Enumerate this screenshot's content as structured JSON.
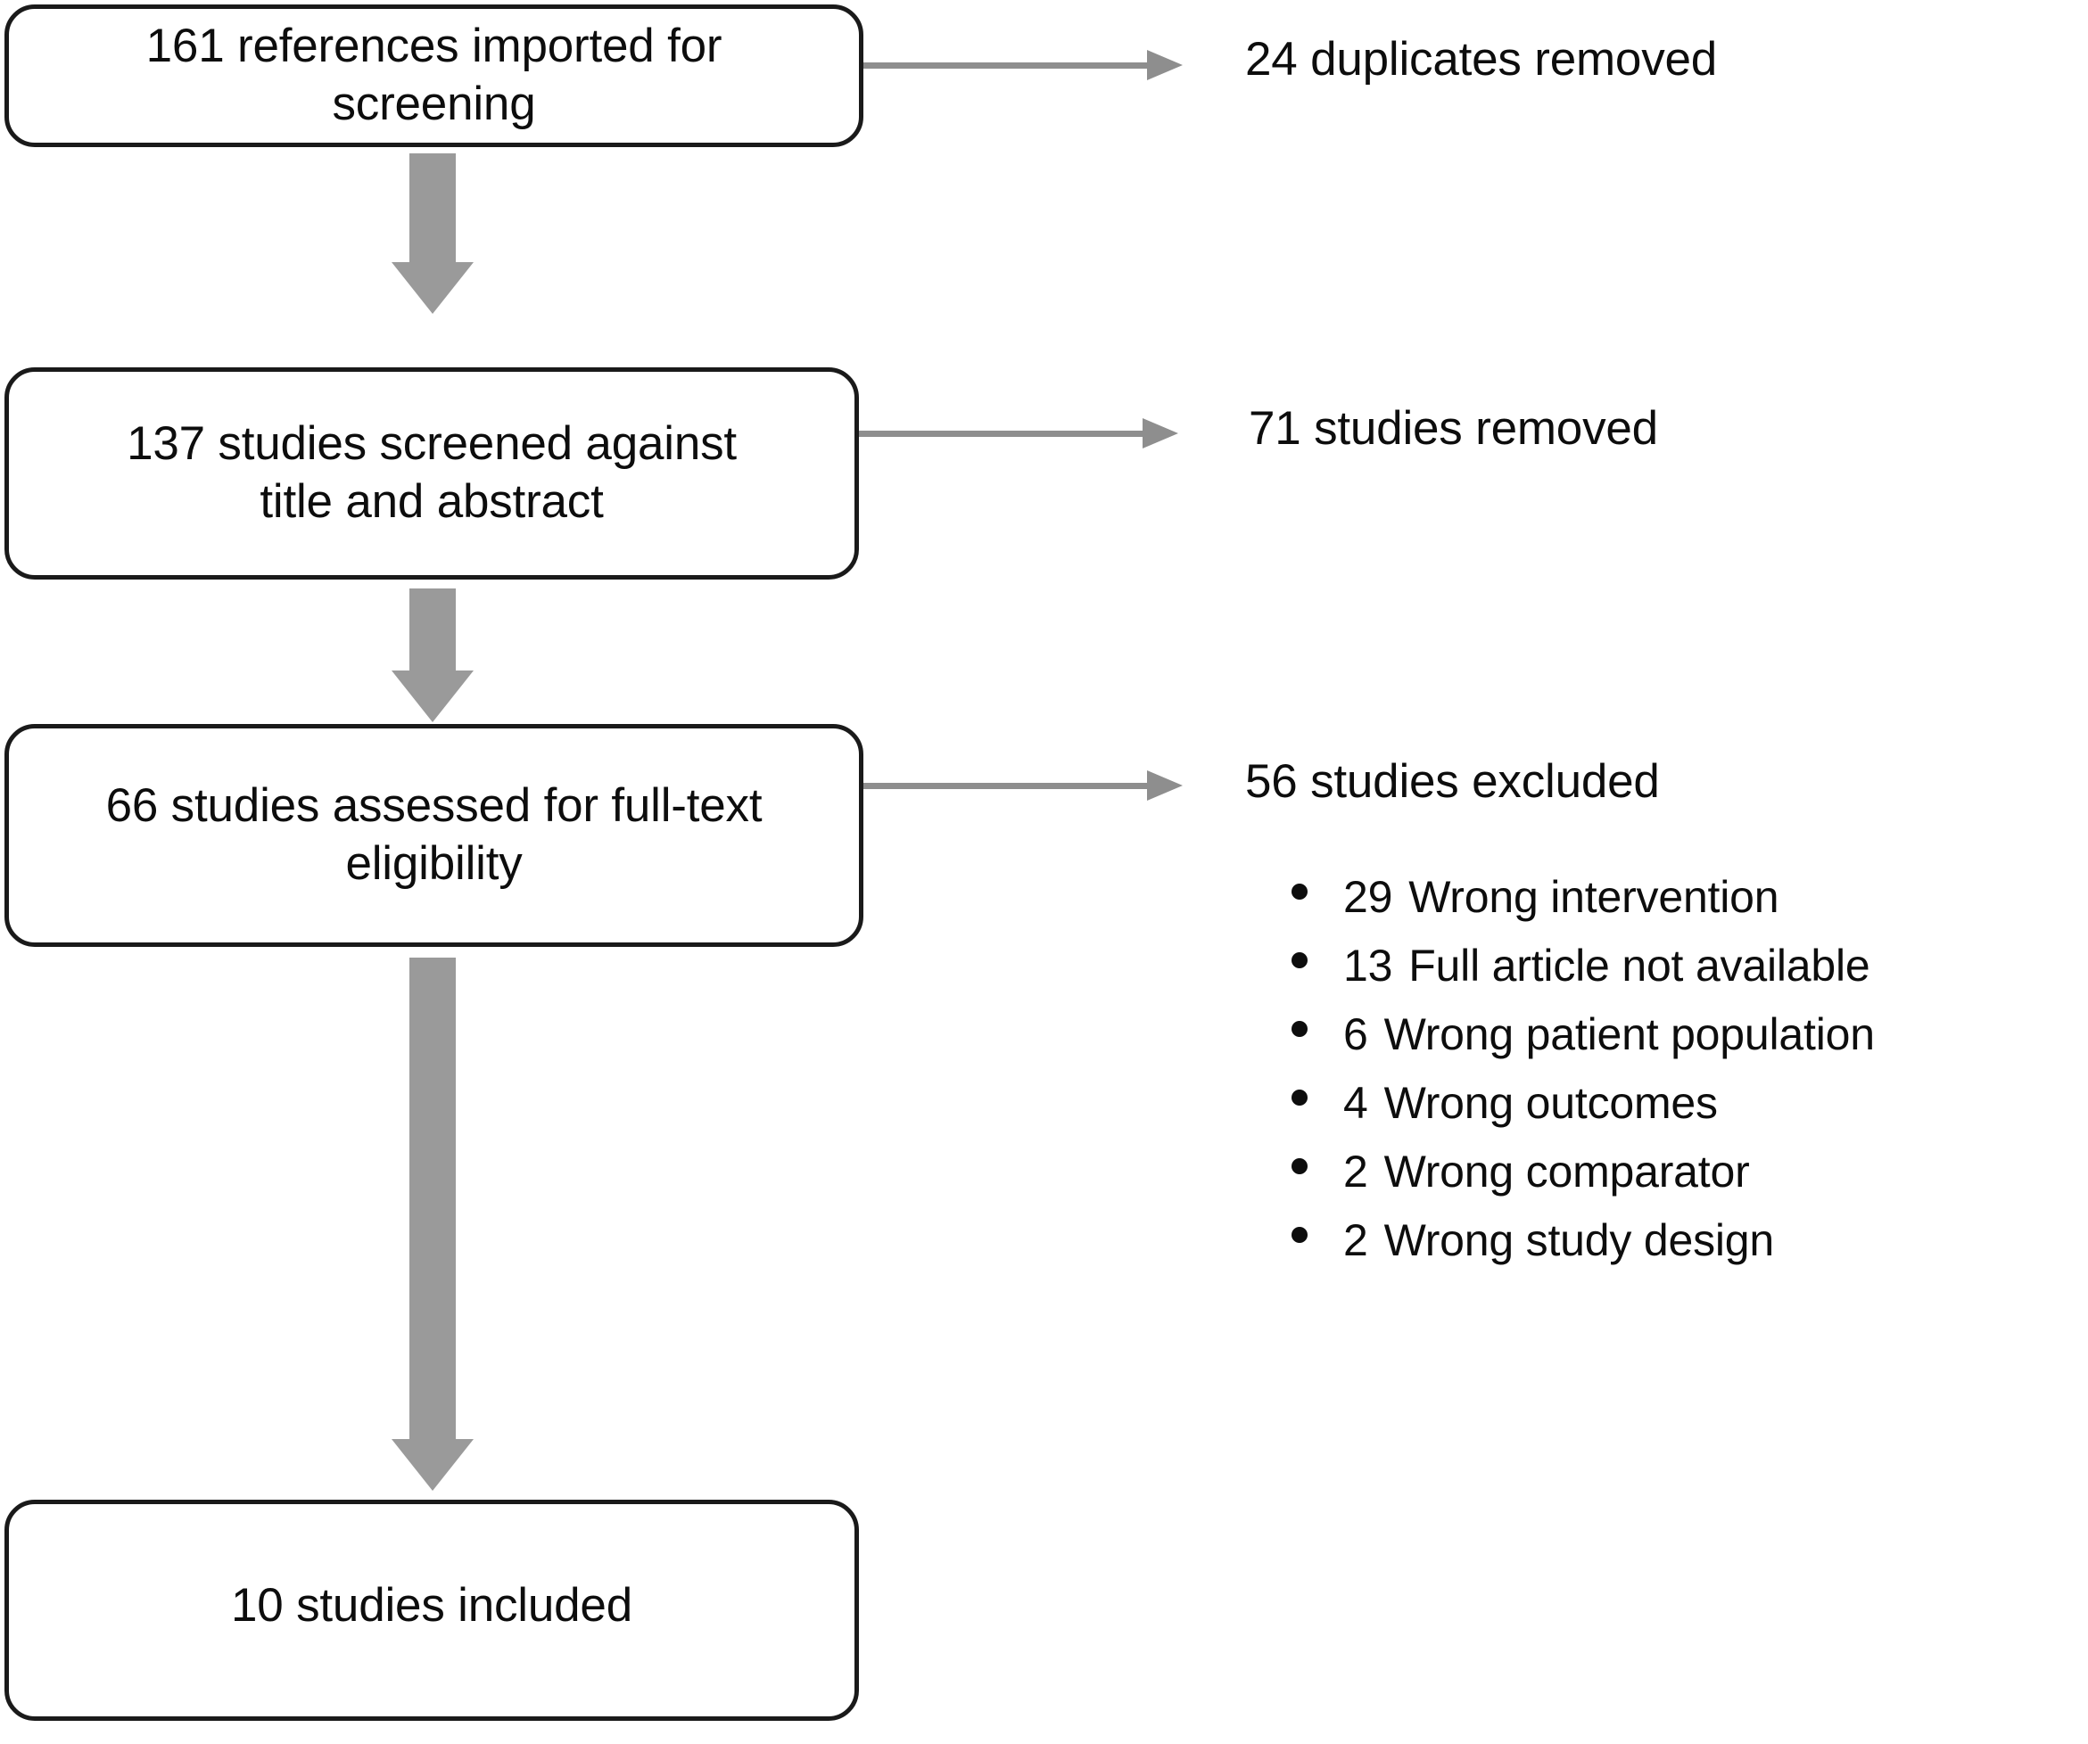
{
  "diagram": {
    "type": "prisma-flow-diagram",
    "accent_gray": "#9a9a9a",
    "text_color": "#0d0d0d",
    "border_color": "#1a1a1a",
    "boxes": [
      {
        "id": "imported",
        "text": "161 references imported for\nscreening",
        "count": 161
      },
      {
        "id": "screened",
        "text": "137 studies screened against\ntitle and abstract",
        "count": 137
      },
      {
        "id": "fulltext",
        "text": "66 studies assessed for full-text\neligibility",
        "count": 66
      },
      {
        "id": "included",
        "text": "10 studies included",
        "count": 10
      }
    ],
    "side_labels": [
      {
        "id": "duplicates",
        "text": "24 duplicates removed",
        "count": 24
      },
      {
        "id": "removed",
        "text": "71 studies removed",
        "count": 71
      },
      {
        "id": "excluded",
        "text": "56 studies excluded",
        "count": 56
      }
    ],
    "exclusion_reasons": [
      {
        "count": "29",
        "reason": "Wrong intervention"
      },
      {
        "count": "13",
        "reason": "Full article not available"
      },
      {
        "count": "6",
        "reason": "Wrong patient population"
      },
      {
        "count": "4",
        "reason": "Wrong outcomes"
      },
      {
        "count": "2",
        "reason": "Wrong comparator"
      },
      {
        "count": "2",
        "reason": "Wrong study design"
      }
    ]
  }
}
